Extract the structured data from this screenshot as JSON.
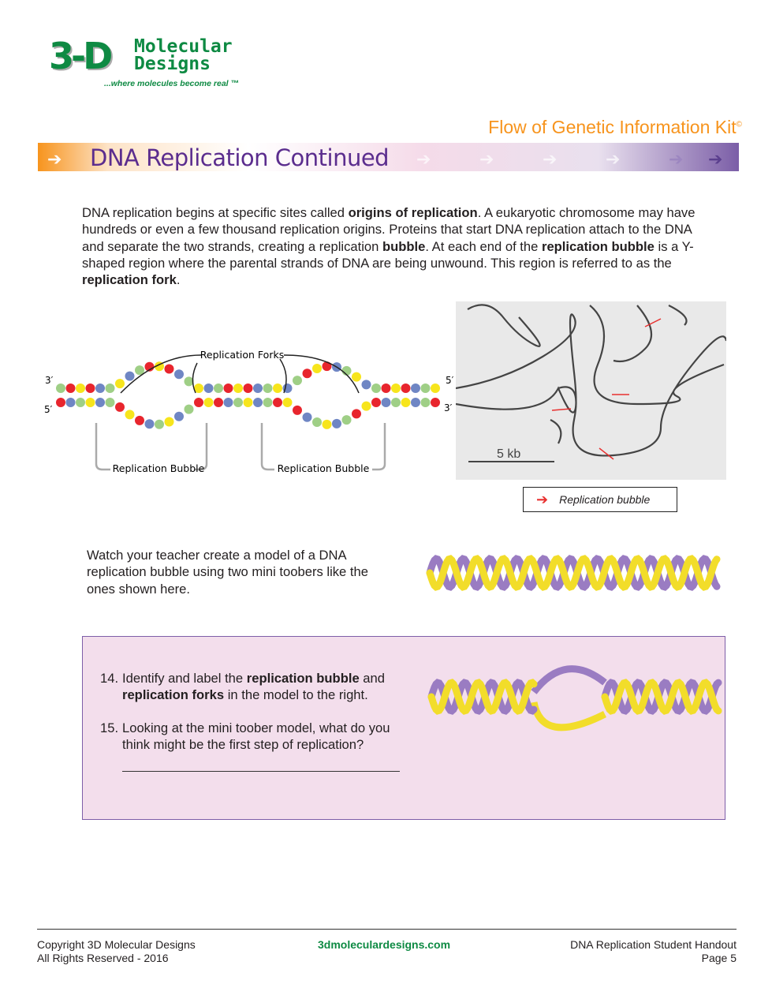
{
  "logo": {
    "mark": "3-D",
    "name_line1": "Molecular",
    "name_line2": "Designs",
    "tagline": "...where molecules become real ™"
  },
  "header": {
    "kit_title": "Flow of Genetic Information Kit",
    "kit_symbol": "©",
    "banner_title": "DNA Replication Continued"
  },
  "intro": {
    "p1": "DNA replication begins at specific sites called ",
    "b1": "origins of replication",
    "p2": ". A eukaryotic chromosome may have hundreds or even a few thousand replication origins. Proteins that start DNA replication attach to the DNA and separate the two strands, creating a replication ",
    "b2": "bubble",
    "p3": ".  At each end of the ",
    "b3": "replication bubble",
    "p4": " is a Y-shaped region where the parental strands of DNA are being unwound.  This region is referred to as the ",
    "b4": "replication fork",
    "p5": "."
  },
  "diagram": {
    "forks_label": "Replication Forks",
    "bubble_label_1": "Replication Bubble",
    "bubble_label_2": "Replication Bubble",
    "left_top": "3′",
    "left_bottom": "5′",
    "right_top": "5′",
    "right_bottom": "3′",
    "colors": [
      "#9fcf86",
      "#e8252d",
      "#f7e51c",
      "#e8252d",
      "#6f86c4",
      "#9fcf86",
      "#f7e51c",
      "#6f86c4"
    ]
  },
  "micrograph": {
    "scale_label": "5 kb",
    "legend_label": "Replication bubble",
    "arrow_color": "#e8302f"
  },
  "watch": {
    "text": "Watch your teacher create a model of a DNA replication bubble using two mini toobers like the ones shown here."
  },
  "questions": [
    {
      "num": "14.",
      "t1": "Identify and label the ",
      "b1": "replication bubble",
      "t2": " and ",
      "b2": "replication forks",
      "t3": " in the model to the right."
    },
    {
      "num": "15.",
      "t1": "Looking at the mini toober model, what do you think might be the first step of replication?"
    }
  ],
  "footer": {
    "copyright": "Copyright 3D Molecular Designs",
    "rights": "All Rights Reserved - 2016",
    "website": "3dmoleculardesigns.com",
    "doc_title": "DNA Replication Student Handout",
    "page": "Page 5"
  }
}
